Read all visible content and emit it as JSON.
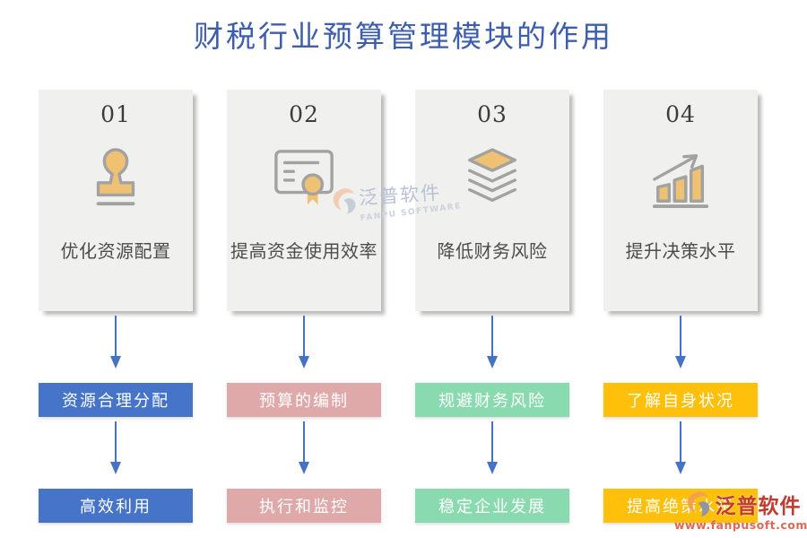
{
  "title": "财税行业预算管理模块的作用",
  "columns": [
    {
      "number": "01",
      "icon": "stamp-icon",
      "card_label": "优化资源配置",
      "flow_step_1": "资源合理分配",
      "flow_step_2": "高效利用",
      "accent_color": "#4574C8"
    },
    {
      "number": "02",
      "icon": "certificate-icon",
      "card_label": "提高资金使用效率",
      "flow_step_1": "预算的编制",
      "flow_step_2": "执行和监控",
      "accent_color": "#DFA8A9"
    },
    {
      "number": "03",
      "icon": "layers-icon",
      "card_label": "降低财务风险",
      "flow_step_1": "规避财务风险",
      "flow_step_2": "稳定企业发展",
      "accent_color": "#8ADAAF"
    },
    {
      "number": "04",
      "icon": "bar-chart-icon",
      "card_label": "提升决策水平",
      "flow_step_1": "了解自身状况",
      "flow_step_2": "提高绝策水平",
      "accent_color": "#FFC00B"
    }
  ],
  "watermarks": {
    "center": {
      "brand": "泛普软件",
      "subtitle": "FANPU SOFTWARE"
    },
    "corner": {
      "brand": "泛普软件",
      "url": "www.fanpusoft.com"
    }
  },
  "colors": {
    "title": "#3D5EAC",
    "arrow": "#4472C4",
    "card_background": "#F0F0EE",
    "icon_fill": "#EFC173",
    "icon_stroke": "#A2A2A2"
  }
}
